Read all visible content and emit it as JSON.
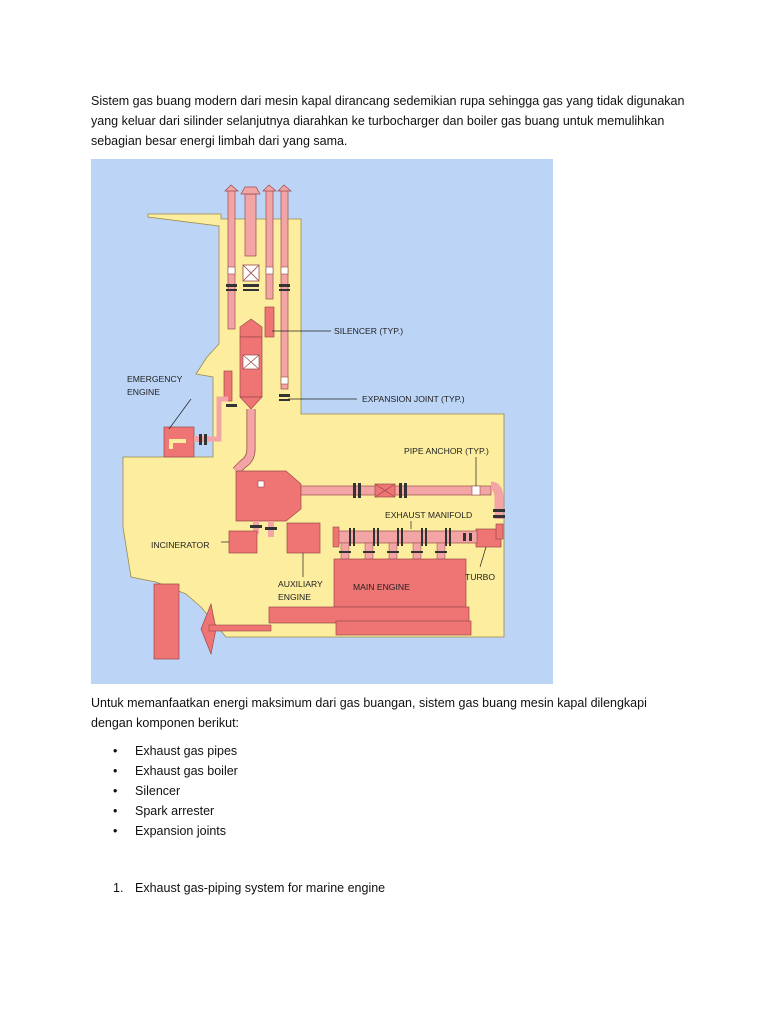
{
  "document": {
    "intro_paragraph": "Sistem gas buang modern dari mesin kapal dirancang sedemikian rupa sehingga gas yang tidak digunakan yang keluar dari silinder selanjutnya diarahkan ke turbocharger dan boiler gas buang untuk memulihkan sebagian besar energi limbah dari yang sama.",
    "second_paragraph": "Untuk memanfaatkan energi maksimum dari gas buangan, sistem gas buang mesin kapal dilengkapi dengan komponen berikut:",
    "components": [
      "Exhaust gas pipes",
      "Exhaust gas boiler",
      "Silencer",
      "Spark arrester",
      "Expansion joints"
    ],
    "bullet_symbol": "•",
    "numbered_items": [
      {
        "number": "1.",
        "text": "Exhaust gas-piping system for marine engine"
      }
    ]
  },
  "diagram": {
    "labels": {
      "silencer": "SILENCER (TYP.)",
      "expansion_joint": "EXPANSION JOINT (TYP.)",
      "emergency_engine_line1": "EMERGENCY",
      "emergency_engine_line2": "ENGINE",
      "pipe_anchor": "PIPE ANCHOR (TYP.)",
      "exhaust_manifold": "EXHAUST MANIFOLD",
      "incinerator": "INCINERATOR",
      "auxiliary_engine_line1": "AUXILIARY",
      "auxiliary_engine_line2": "ENGINE",
      "main_engine": "MAIN ENGINE",
      "turbo": "TURBO"
    },
    "colors": {
      "background": "#bcd4f6",
      "hull": "#fcee9e",
      "pipe": "#f3a5a5",
      "equipment": "#ef7474",
      "outline": "#9a4a4a"
    }
  }
}
